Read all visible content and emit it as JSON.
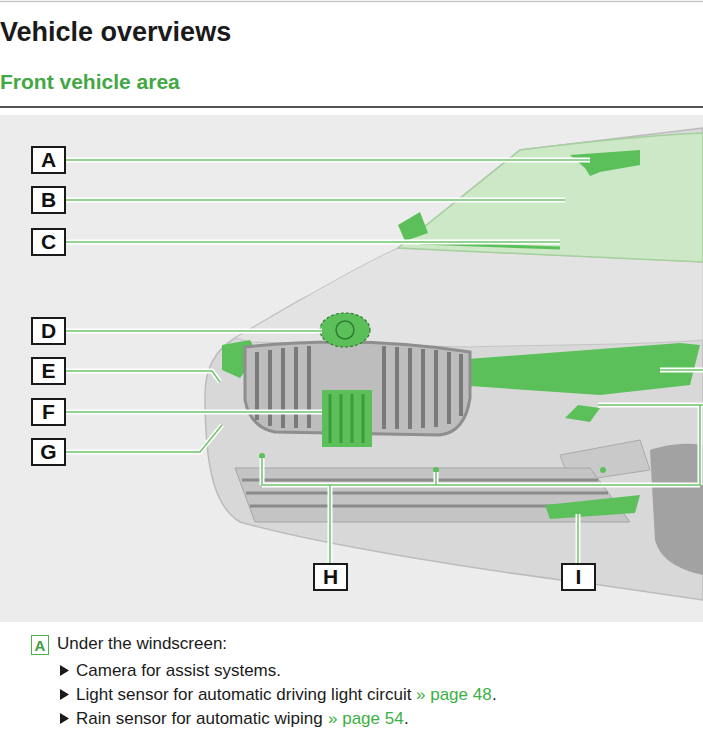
{
  "diagram": {
    "title": "Vehicle overviews",
    "nodes": [
      {
        "text": [
          "A"
        ]
      },
      {
        "text": [
          "B"
        ]
      },
      {
        "text": [
          "C"
        ]
      },
      {
        "text": [
          "D"
        ]
      },
      {
        "text": [
          "E"
        ]
      },
      {
        "text": [
          "F"
        ]
      },
      {
        "text": [
          "G"
        ]
      },
      {
        "text": [
          "H"
        ]
      },
      {
        "text": [
          "I"
        ]
      },
      {
        "text": [
          "A"
        ]
      }
    ],
    "labels": [
      "Front vehicle area",
      "Under the windscreen:",
      "Camera for assist systems.",
      "Light sensor for automatic driving light circuit",
      "» page 48",
      ".",
      "Rain sensor for automatic wiping",
      "» page 54",
      "."
    ]
  }
}
